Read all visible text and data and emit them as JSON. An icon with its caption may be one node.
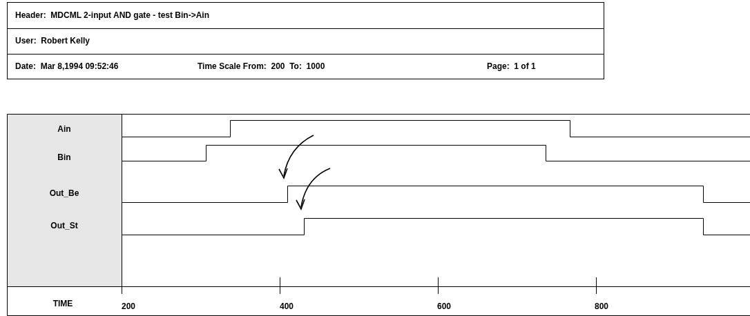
{
  "diagram": {
    "labels": [
      "Header:  MDCML 2-input AND gate - test Bin->Ain",
      "User:  Robert Kelly",
      "Date:  Mar 8,1994 09:52:46",
      "Time Scale From:  200  To:  1000",
      "Page:  1 of 1",
      "Ain",
      "Bin",
      "Out_Be",
      "Out_St",
      "TIME",
      "200",
      "400",
      "600",
      "800"
    ]
  }
}
